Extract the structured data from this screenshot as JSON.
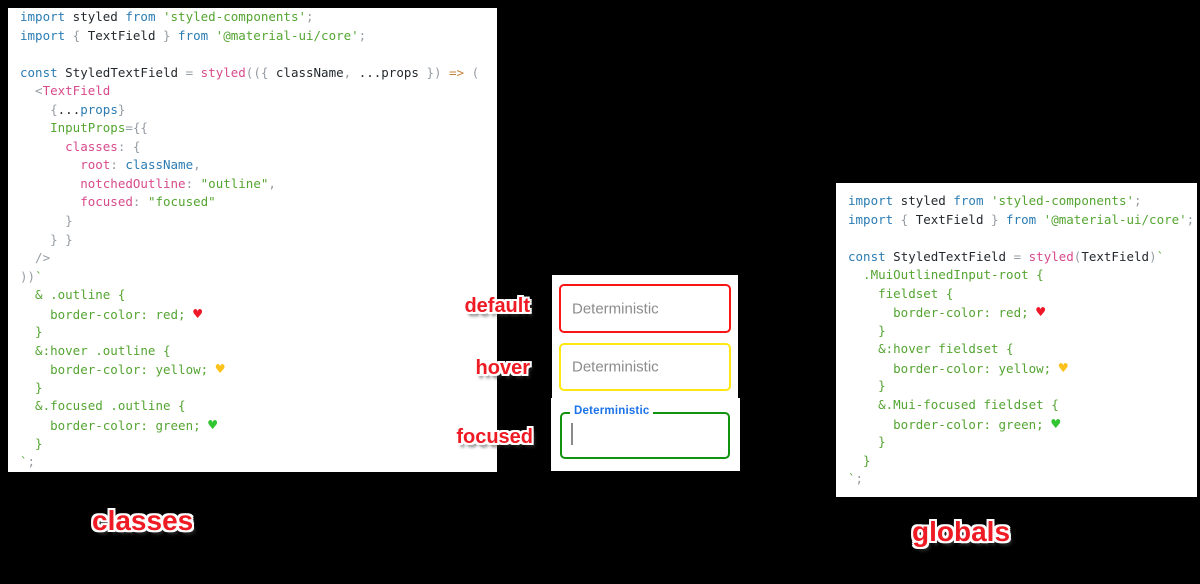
{
  "side_labels": {
    "left": "classes",
    "right": "globals"
  },
  "state_labels": {
    "default": "default",
    "hover": "hover",
    "focused": "focused"
  },
  "demo": {
    "default_field": {
      "placeholder": "Deterministic"
    },
    "hover_field": {
      "placeholder": "Deterministic"
    },
    "focused_field": {
      "label": "Deterministic",
      "value": ""
    }
  },
  "colors": {
    "default_border": "#fb1616",
    "hover_border": "#ffe812",
    "focused_border": "#12930f",
    "focused_label": "#1a73e8",
    "annotation_red": "#ee1b24",
    "code_keyword": "#2b7cb3",
    "code_string_green": "#55a532",
    "code_pink": "#d84a8b"
  },
  "code_blocks": [
    {
      "id": "left",
      "lines": [
        [
          [
            "kw",
            "import"
          ],
          [
            "id",
            " styled "
          ],
          [
            "kw",
            "from"
          ],
          [
            "str",
            " 'styled-components'"
          ],
          [
            "gray",
            ";"
          ]
        ],
        [
          [
            "kw",
            "import"
          ],
          [
            "gray",
            " { "
          ],
          [
            "id",
            "TextField"
          ],
          [
            "gray",
            " } "
          ],
          [
            "kw",
            "from"
          ],
          [
            "str",
            " '@material-ui/core'"
          ],
          [
            "gray",
            ";"
          ]
        ],
        [],
        [
          [
            "kw",
            "const"
          ],
          [
            "id",
            " StyledTextField "
          ],
          [
            "gray",
            "= "
          ],
          [
            "pink",
            "styled"
          ],
          [
            "gray",
            "(({ "
          ],
          [
            "id",
            "className"
          ],
          [
            "gray",
            ", "
          ],
          [
            "id",
            "...props"
          ],
          [
            "gray",
            " }) "
          ],
          [
            "orange",
            "=>"
          ],
          [
            "gray",
            " ("
          ]
        ],
        [
          [
            "gray",
            "  <"
          ],
          [
            "pink",
            "TextField"
          ]
        ],
        [
          [
            "gray",
            "    {"
          ],
          [
            "id",
            "..."
          ],
          [
            "kw",
            "props"
          ],
          [
            "gray",
            "}"
          ]
        ],
        [
          [
            "str",
            "    InputProps"
          ],
          [
            "gray",
            "={{"
          ]
        ],
        [
          [
            "pink",
            "      classes"
          ],
          [
            "gray",
            ": {"
          ]
        ],
        [
          [
            "pink",
            "        root"
          ],
          [
            "gray",
            ": "
          ],
          [
            "kw",
            "className"
          ],
          [
            "gray",
            ","
          ]
        ],
        [
          [
            "pink",
            "        notchedOutline"
          ],
          [
            "gray",
            ": "
          ],
          [
            "str",
            "\"outline\""
          ],
          [
            "gray",
            ","
          ]
        ],
        [
          [
            "pink",
            "        focused"
          ],
          [
            "gray",
            ": "
          ],
          [
            "str",
            "\"focused\""
          ]
        ],
        [
          [
            "gray",
            "      }"
          ]
        ],
        [
          [
            "gray",
            "    } }"
          ]
        ],
        [
          [
            "gray",
            "  />"
          ]
        ],
        [
          [
            "gray",
            "))"
          ],
          [
            "str",
            "`"
          ]
        ],
        [
          [
            "css",
            "  & .outline {"
          ]
        ],
        [
          [
            "css",
            "    border-color: red; "
          ],
          [
            "heart-red",
            "♥"
          ]
        ],
        [
          [
            "css",
            "  }"
          ]
        ],
        [
          [
            "css",
            "  &:hover .outline {"
          ]
        ],
        [
          [
            "css",
            "    border-color: yellow; "
          ],
          [
            "heart-yellow",
            "♥"
          ]
        ],
        [
          [
            "css",
            "  }"
          ]
        ],
        [
          [
            "css",
            "  &.focused .outline {"
          ]
        ],
        [
          [
            "css",
            "    border-color: green; "
          ],
          [
            "heart-green",
            "♥"
          ]
        ],
        [
          [
            "css",
            "  }"
          ]
        ],
        [
          [
            "str",
            "`"
          ],
          [
            "gray",
            ";"
          ]
        ]
      ]
    },
    {
      "id": "right",
      "lines": [
        [
          [
            "kw",
            "import"
          ],
          [
            "id",
            " styled "
          ],
          [
            "kw",
            "from"
          ],
          [
            "str",
            " 'styled-components'"
          ],
          [
            "gray",
            ";"
          ]
        ],
        [
          [
            "kw",
            "import"
          ],
          [
            "gray",
            " { "
          ],
          [
            "id",
            "TextField"
          ],
          [
            "gray",
            " } "
          ],
          [
            "kw",
            "from"
          ],
          [
            "str",
            " '@material-ui/core'"
          ],
          [
            "gray",
            ";"
          ]
        ],
        [],
        [
          [
            "kw",
            "const"
          ],
          [
            "id",
            " StyledTextField "
          ],
          [
            "gray",
            "= "
          ],
          [
            "pink",
            "styled"
          ],
          [
            "gray",
            "("
          ],
          [
            "id",
            "TextField"
          ],
          [
            "gray",
            ")"
          ],
          [
            "str",
            "`"
          ]
        ],
        [
          [
            "css",
            "  .MuiOutlinedInput-root {"
          ]
        ],
        [
          [
            "css",
            "    fieldset {"
          ]
        ],
        [
          [
            "css",
            "      border-color: red; "
          ],
          [
            "heart-red",
            "♥"
          ]
        ],
        [
          [
            "css",
            "    }"
          ]
        ],
        [
          [
            "css",
            "    &:hover fieldset {"
          ]
        ],
        [
          [
            "css",
            "      border-color: yellow; "
          ],
          [
            "heart-yellow",
            "♥"
          ]
        ],
        [
          [
            "css",
            "    }"
          ]
        ],
        [
          [
            "css",
            "    &.Mui-focused fieldset {"
          ]
        ],
        [
          [
            "css",
            "      border-color: green; "
          ],
          [
            "heart-green",
            "♥"
          ]
        ],
        [
          [
            "css",
            "    }"
          ]
        ],
        [
          [
            "css",
            "  }"
          ]
        ],
        [
          [
            "str",
            "`"
          ],
          [
            "gray",
            ";"
          ]
        ]
      ]
    }
  ]
}
